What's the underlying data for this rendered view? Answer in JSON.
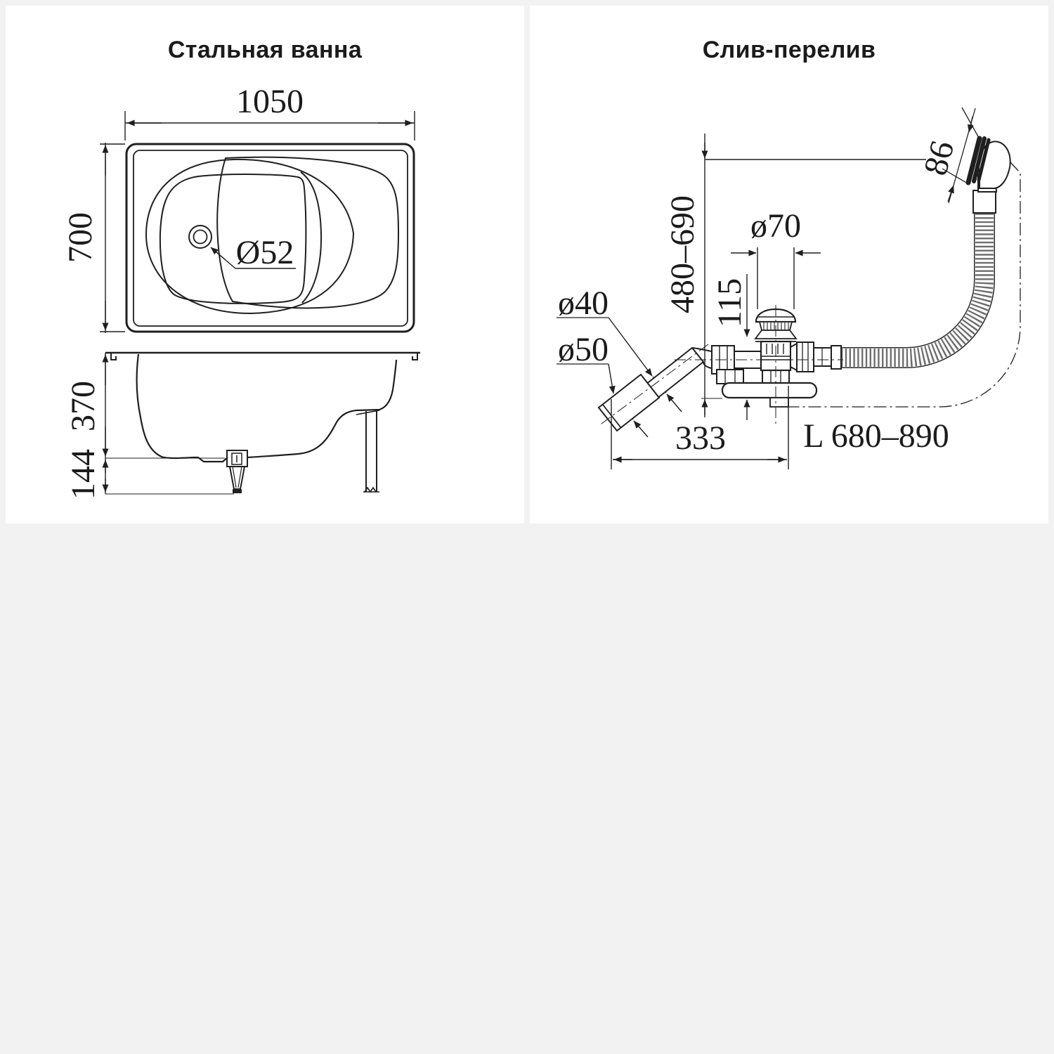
{
  "page": {
    "background_color": "#f2f2f2",
    "line_color": "#1f1f1f"
  },
  "left_panel": {
    "title": "Стальная ванна",
    "view": "bathtub top view and side view",
    "labels": {
      "width": "1050",
      "depth": "700",
      "drain_hole": "Ø52",
      "height": "370",
      "leg_height": "144"
    }
  },
  "right_panel": {
    "title": "Слив-перелив",
    "view": "bath drain-overflow assembly",
    "labels": {
      "overflow_head": "86",
      "height_range": "480–690",
      "flange_diameter": "ø70",
      "valve_offset": "115",
      "pipe_diameter": "ø40",
      "outlet_diameter": "ø50",
      "horizontal_span": "333",
      "hose_length": "L 680–890"
    }
  }
}
